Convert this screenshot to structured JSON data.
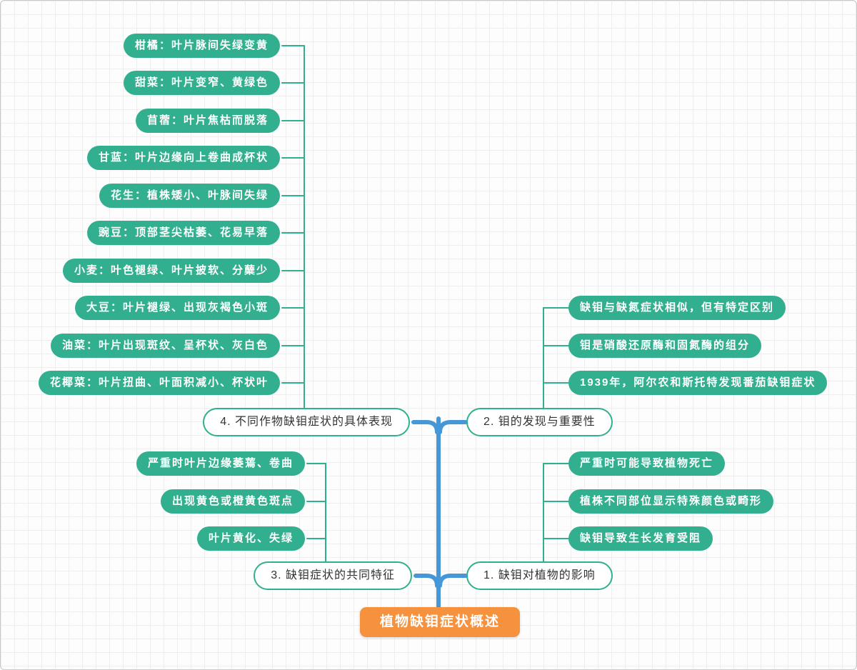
{
  "root": {
    "label": "植物缺钼症状概述"
  },
  "branches": [
    {
      "label": "4. 不同作物缺钼症状的具体表现",
      "leaves": [
        "柑橘：叶片脉间失绿变黄",
        "甜菜：叶片变窄、黄绿色",
        "苜蓿：叶片焦枯而脱落",
        "甘蓝：叶片边缘向上卷曲成杯状",
        "花生：植株矮小、叶脉间失绿",
        "豌豆：顶部茎尖枯萎、花易早落",
        "小麦：叶色褪绿、叶片披软、分蘖少",
        "大豆：叶片褪绿、出现灰褐色小斑",
        "油菜：叶片出现斑纹、呈杯状、灰白色",
        "花椰菜：叶片扭曲、叶面积减小、杯状叶"
      ]
    },
    {
      "label": "2. 钼的发现与重要性",
      "leaves": [
        "缺钼与缺氮症状相似，但有特定区别",
        "钼是硝酸还原酶和固氮酶的组分",
        "1939年，阿尔农和斯托特发现番茄缺钼症状"
      ]
    },
    {
      "label": "3. 缺钼症状的共同特征",
      "leaves": [
        "严重时叶片边缘萎蔫、卷曲",
        "出现黄色或橙黄色斑点",
        "叶片黄化、失绿"
      ]
    },
    {
      "label": "1. 缺钼对植物的影响",
      "leaves": [
        "严重时可能导致植物死亡",
        "植株不同部位显示特殊颜色或畸形",
        "缺钼导致生长发育受阻"
      ]
    }
  ],
  "colors": {
    "leaf": "#31af8e",
    "branch_border": "#31af8e",
    "trunk": "#4697d7",
    "root": "#f6913d"
  }
}
